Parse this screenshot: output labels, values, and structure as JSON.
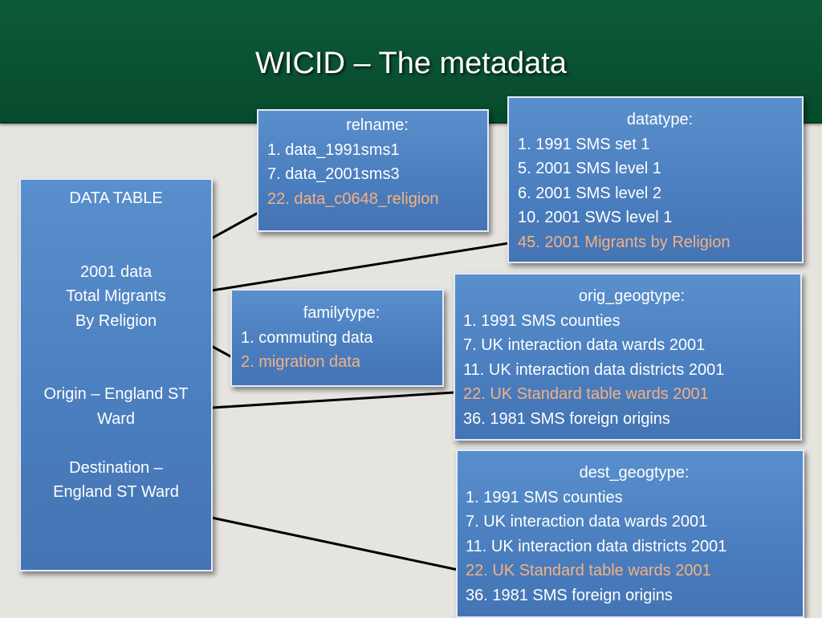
{
  "header": {
    "title": "WICID – The metadata"
  },
  "data_table": {
    "title": "DATA TABLE",
    "dataset_lines": [
      "2001 data",
      "Total Migrants",
      "By Religion"
    ],
    "origin_lines": [
      "Origin – England ST",
      "Ward"
    ],
    "destination_lines": [
      "Destination –",
      "England ST Ward"
    ]
  },
  "relname": {
    "title": "relname:",
    "items": [
      "1. data_1991sms1",
      "7. data_2001sms3",
      "22. data_c0648_religion"
    ]
  },
  "datatype": {
    "title": "datatype:",
    "items": [
      "1. 1991 SMS set 1",
      "5. 2001 SMS level 1",
      "6. 2001 SMS level 2",
      "10. 2001 SWS level 1",
      "45. 2001 Migrants by Religion"
    ]
  },
  "familytype": {
    "title": "familytype:",
    "items": [
      "1. commuting data",
      "2. migration data"
    ]
  },
  "orig_geogtype": {
    "title": "orig_geogtype:",
    "items": [
      "1. 1991 SMS counties",
      "7. UK interaction data wards 2001",
      "11. UK interaction data districts 2001",
      "22. UK Standard table wards 2001",
      "36.  1981 SMS foreign origins"
    ]
  },
  "dest_geogtype": {
    "title": "dest_geogtype:",
    "items": [
      "1. 1991 SMS counties",
      "7. UK interaction data wards 2001",
      "11. UK interaction data districts 2001",
      "22. UK Standard table wards 2001",
      "36.  1981 SMS foreign origins"
    ]
  },
  "colors": {
    "header_bg": "#0b5234",
    "box_fill": "#4f81bd",
    "highlight_text": "#f4b183",
    "connector": "#000000"
  }
}
